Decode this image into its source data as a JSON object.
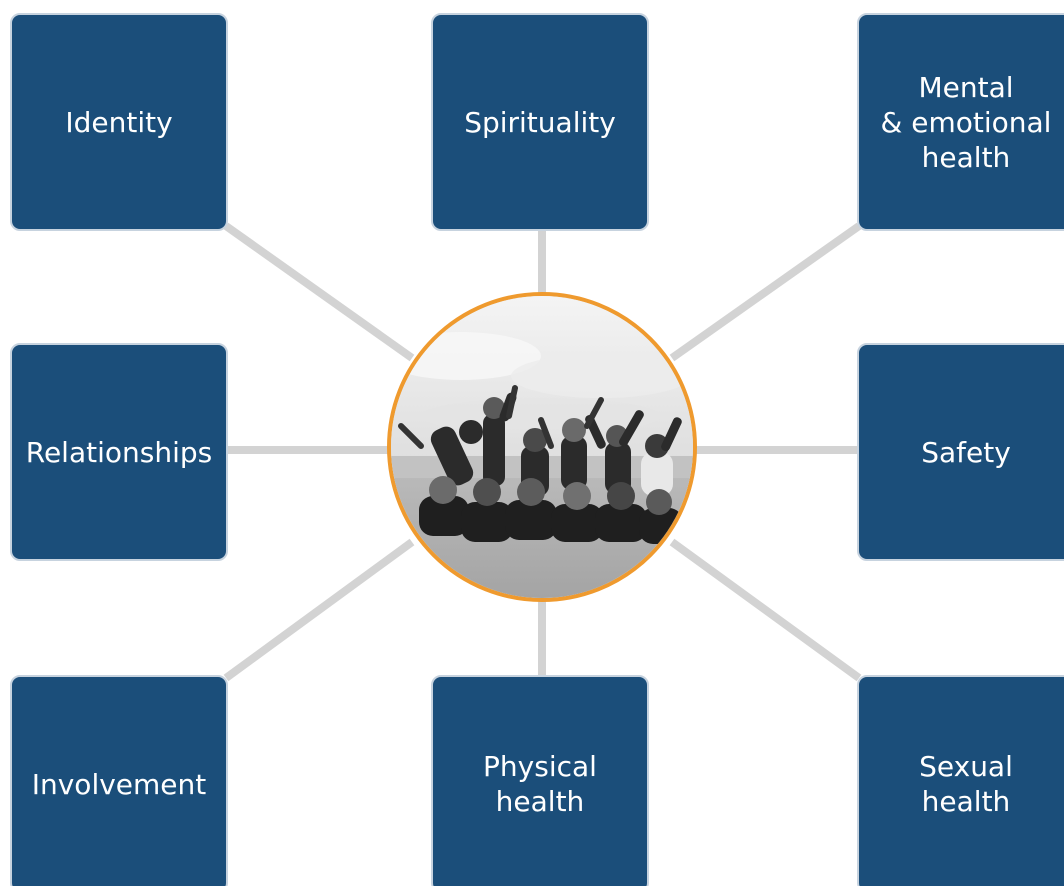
{
  "diagram": {
    "center": {
      "image_description": "group-photo"
    },
    "nodes": [
      {
        "id": "identity",
        "label": "Identity"
      },
      {
        "id": "spirituality",
        "label": "Spirituality"
      },
      {
        "id": "mental",
        "label": "Mental\n& emotional\nhealth"
      },
      {
        "id": "relationships",
        "label": "Relationships"
      },
      {
        "id": "safety",
        "label": "Safety"
      },
      {
        "id": "involvement",
        "label": "Involvement"
      },
      {
        "id": "physical",
        "label": "Physical\nhealth"
      },
      {
        "id": "sexual",
        "label": "Sexual\nhealth"
      }
    ],
    "colors": {
      "node_fill": "#1b4e7a",
      "node_border": "#c7d3df",
      "node_text": "#ffffff",
      "connector": "#d3d3d3",
      "hub_ring": "#ef9a2e"
    }
  }
}
